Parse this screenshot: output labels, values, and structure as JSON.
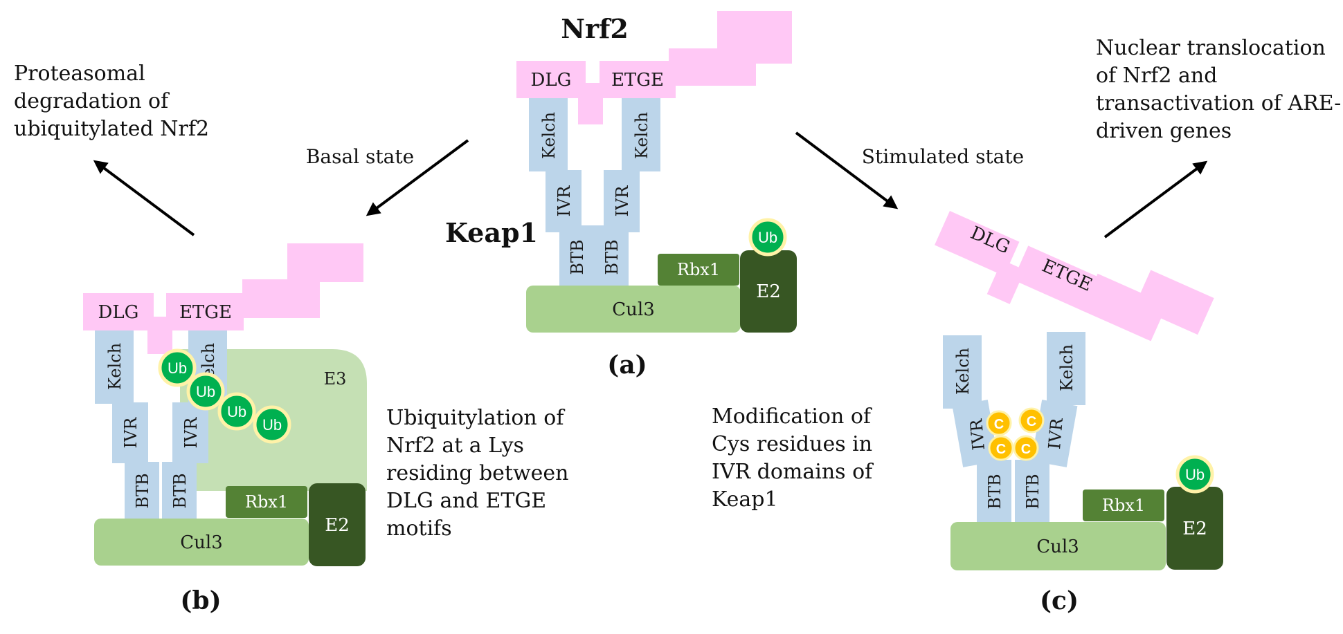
{
  "colors": {
    "nrf2": "#ffc8f5",
    "keap1": "#bcd5ea",
    "cul3": "#a9d18e",
    "rbx1": "#548235",
    "e2": "#375623",
    "e3": "#c5e0b4",
    "ub_fill": "#00b050",
    "ub_ring": "#fff2a8",
    "cys_fill": "#ffc000",
    "arrow": "#000000"
  },
  "icons": {
    "arrow": "arrow-icon",
    "ubiquitin": "ubiquitin-circle-icon",
    "cysteine": "cysteine-circle-icon"
  },
  "labels": {
    "nrf2": "Nrf2",
    "keap1": "Keap1",
    "dlg": "DLG",
    "etge": "ETGE",
    "kelch": "Kelch",
    "ivr": "IVR",
    "btb": "BTB",
    "cul3": "Cul3",
    "rbx1": "Rbx1",
    "e2": "E2",
    "e3": "E3",
    "ub": "Ub",
    "cys": "C"
  },
  "panels": {
    "a": "(a)",
    "b": "(b)",
    "c": "(c)"
  },
  "states": {
    "basal": "Basal state",
    "stimulated": "Stimulated state"
  },
  "notes": {
    "degradation": [
      "Proteasomal",
      "degradation of",
      "ubiquitylated Nrf2"
    ],
    "translocation": [
      "Nuclear translocation",
      "of Nrf2 and",
      "transactivation of ARE-",
      "driven genes"
    ],
    "ubiquitylation": [
      "Ubiquitylation of",
      "Nrf2 at a Lys",
      "residing between",
      "DLG and ETGE",
      "motifs"
    ],
    "modification": [
      "Modification of",
      "Cys residues in",
      "IVR domains of",
      "Keap1"
    ]
  }
}
